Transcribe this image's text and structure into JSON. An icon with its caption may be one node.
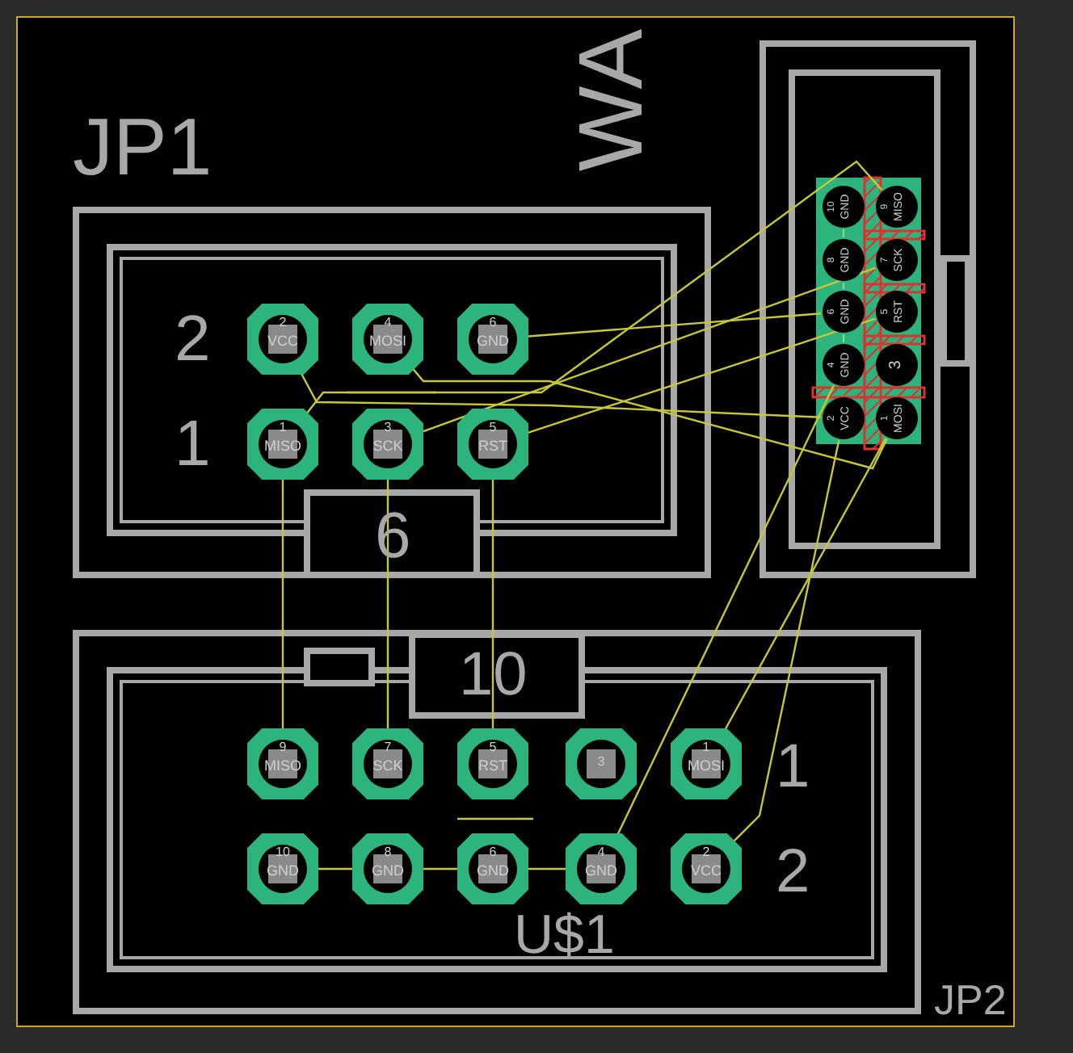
{
  "diagram": {
    "nodes": [
      {
        "text": [
          "JP1"
        ]
      },
      {
        "text": [
          "2",
          "VCC"
        ],
        "in": 0
      },
      {
        "text": [
          "4",
          "MOSI"
        ],
        "in": 0
      },
      {
        "text": [
          "6",
          "GND"
        ],
        "in": 0
      },
      {
        "text": [
          "1",
          "MISO"
        ],
        "in": 0
      },
      {
        "text": [
          "3",
          "SCK"
        ],
        "in": 0
      },
      {
        "text": [
          "5",
          "RST"
        ],
        "in": 0
      },
      {
        "text": [],
        "shape": "box"
      },
      {
        "text": [
          "10",
          "GND"
        ],
        "in": 7
      },
      {
        "text": [
          "9",
          "MISO"
        ],
        "in": 7
      },
      {
        "text": [
          "8",
          "GND"
        ],
        "in": 7
      },
      {
        "text": [
          "7",
          "SCK"
        ],
        "in": 7
      },
      {
        "text": [
          "6",
          "GND"
        ],
        "in": 7
      },
      {
        "text": [
          "5",
          "RST"
        ],
        "in": 7
      },
      {
        "text": [
          "4",
          "GND"
        ],
        "in": 7
      },
      {
        "text": [
          "3"
        ],
        "in": 7
      },
      {
        "text": [
          "2",
          "VCC"
        ],
        "in": 7
      },
      {
        "text": [
          "1",
          "MOSI"
        ],
        "in": 7
      },
      {
        "text": [
          "JP2"
        ]
      },
      {
        "text": [
          "9",
          "MISO"
        ],
        "in": 18
      },
      {
        "text": [
          "7",
          "SCK"
        ],
        "in": 18
      },
      {
        "text": [
          "5",
          "RST"
        ],
        "in": 18
      },
      {
        "text": [
          "3"
        ],
        "in": 18
      },
      {
        "text": [
          "1",
          "MOSI"
        ],
        "in": 18
      },
      {
        "text": [
          "10",
          "GND"
        ],
        "in": 18
      },
      {
        "text": [
          "8",
          "GND"
        ],
        "in": 18
      },
      {
        "text": [
          "6",
          "GND"
        ],
        "in": 18
      },
      {
        "text": [
          "4",
          "GND"
        ],
        "in": 18
      },
      {
        "text": [
          "2",
          "VCC"
        ],
        "in": 18
      }
    ],
    "edges": [
      {
        "from": 1,
        "to": 16,
        "arrow": "none"
      },
      {
        "from": 2,
        "to": 17,
        "arrow": "none"
      },
      {
        "from": 3,
        "to": 12,
        "arrow": "none"
      },
      {
        "from": 4,
        "to": 9,
        "arrow": "none"
      },
      {
        "from": 5,
        "to": 11,
        "arrow": "none"
      },
      {
        "from": 6,
        "to": 13,
        "arrow": "none"
      },
      {
        "from": 4,
        "to": 19,
        "arrow": "none"
      },
      {
        "from": 5,
        "to": 20,
        "arrow": "none"
      },
      {
        "from": 6,
        "to": 21,
        "arrow": "none"
      },
      {
        "from": 24,
        "to": 25,
        "arrow": "none"
      },
      {
        "from": 25,
        "to": 26,
        "arrow": "none"
      },
      {
        "from": 26,
        "to": 27,
        "arrow": "none"
      },
      {
        "from": 27,
        "to": 14,
        "arrow": "none"
      },
      {
        "from": 23,
        "to": 17,
        "arrow": "none"
      },
      {
        "from": 28,
        "to": 16,
        "arrow": "none"
      },
      {
        "from": 8,
        "to": 10,
        "arrow": "none",
        "color": "#7fdc8f"
      },
      {
        "from": 10,
        "to": 12,
        "arrow": "none",
        "color": "#7fdc8f"
      },
      {
        "from": 12,
        "to": 14,
        "arrow": "none",
        "color": "#7fdc8f"
      }
    ],
    "labels": [
      "WA",
      "2",
      "1",
      "6",
      "10",
      "1",
      "2",
      "U$1"
    ]
  }
}
